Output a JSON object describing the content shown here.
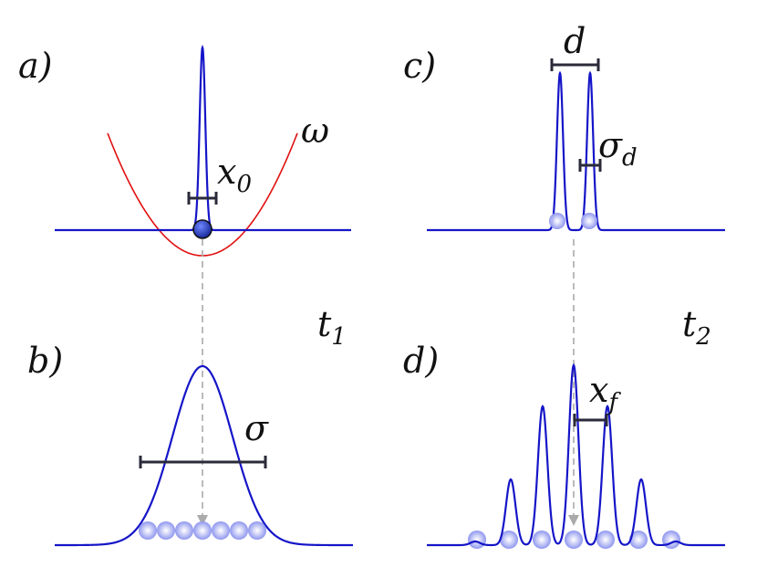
{
  "colors": {
    "wave": "#1515c8",
    "potential": "#e01010",
    "bar": "#2a2a3a",
    "arrow": "#aaaaaa",
    "atom_fill": "#9fa6f0",
    "ball_fill": "#3b56d6"
  },
  "panels": {
    "a": {
      "label": "a)",
      "trap_symbol": "ω",
      "width_symbol": "x",
      "width_sub": "0"
    },
    "b": {
      "label": "b)",
      "width_symbol": "σ"
    },
    "c": {
      "label": "c)",
      "separation_symbol": "d",
      "width_symbol": "σ",
      "width_sub": "d"
    },
    "d": {
      "label": "d)",
      "width_symbol": "x",
      "width_sub": "f"
    }
  },
  "times": {
    "t1": {
      "symbol": "t",
      "sub": "1"
    },
    "t2": {
      "symbol": "t",
      "sub": "2"
    }
  }
}
